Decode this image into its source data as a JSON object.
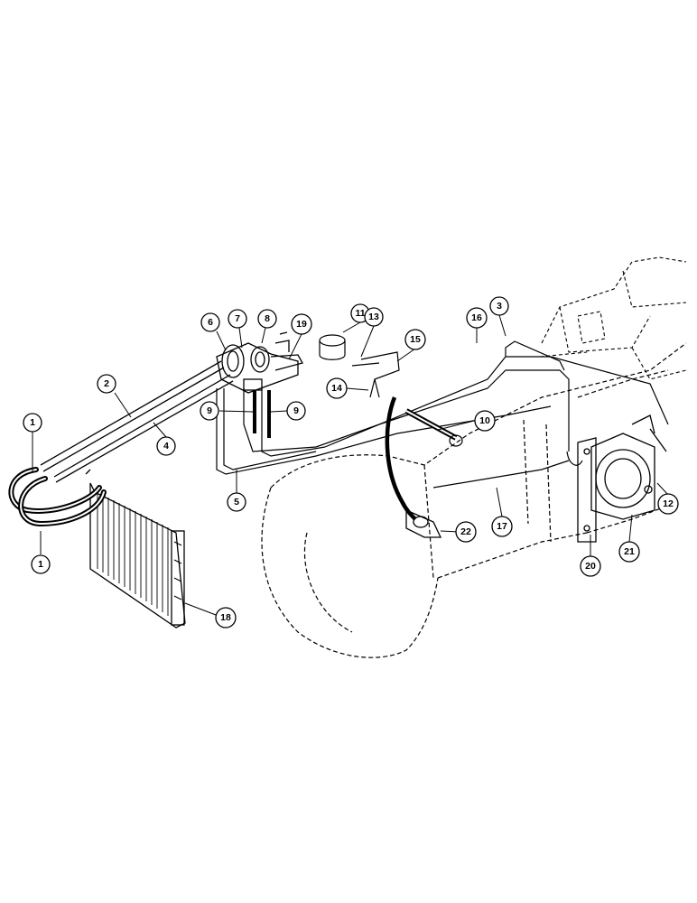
{
  "callouts": {
    "c1a": "1",
    "c1b": "1",
    "c2": "2",
    "c3": "3",
    "c4": "4",
    "c5": "5",
    "c6": "6",
    "c7": "7",
    "c8": "8",
    "c9a": "9",
    "c9b": "9",
    "c10": "10",
    "c11": "11",
    "c12": "12",
    "c13": "13",
    "c14": "14",
    "c15": "15",
    "c16": "16",
    "c17": "17",
    "c18": "18",
    "c19": "19",
    "c20": "20",
    "c21": "21",
    "c22": "22"
  }
}
